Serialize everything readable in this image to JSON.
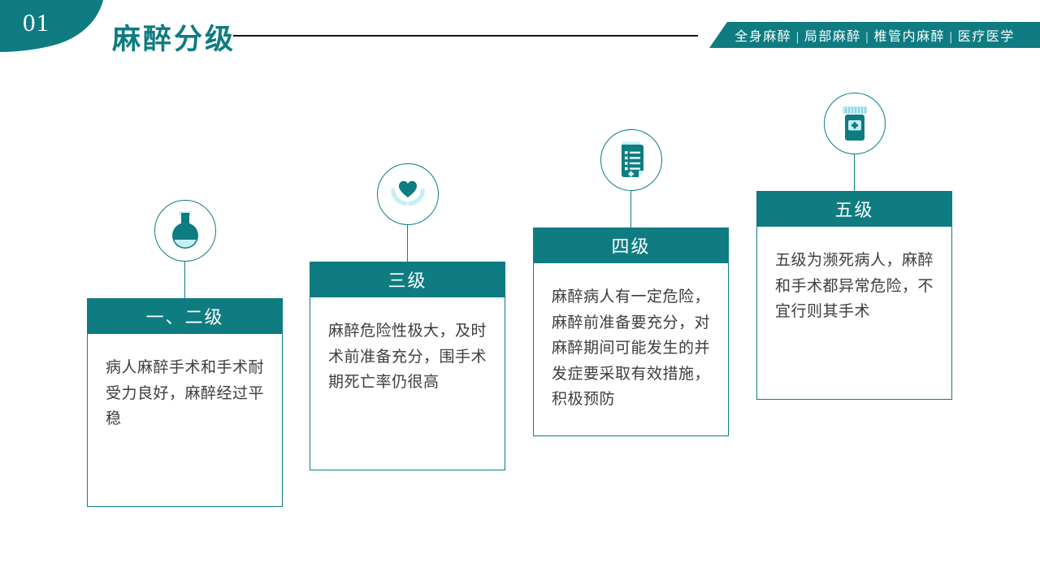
{
  "header": {
    "slide_number": "01",
    "title": "麻醉分级",
    "banner": "全身麻醉 | 局部麻醉 | 椎管内麻醉 | 医疗医学"
  },
  "theme": {
    "teal": "#0e7c81",
    "light_cyan": "#c5eef6",
    "body_text": "#3d3d3d",
    "divider_line": "#141414"
  },
  "cards": [
    {
      "title": "一、二级",
      "body": "病人麻醉手术和手术耐受力良好，麻醉经过平稳",
      "icon": "flask-icon"
    },
    {
      "title": "三级",
      "body": "麻醉危险性极大，及时术前准备充分，围手术期死亡率仍很高",
      "icon": "heart-hands-icon"
    },
    {
      "title": "四级",
      "body": "麻醉病人有一定危险，麻醉前准备要充分，对麻醉期间可能发生的并发症要采取有效措施，积极预防",
      "icon": "clipboard-icon"
    },
    {
      "title": "五级",
      "body": "五级为濒死病人，麻醉和手术都异常危险，不宜行则其手术",
      "icon": "medicine-bottle-icon"
    }
  ]
}
